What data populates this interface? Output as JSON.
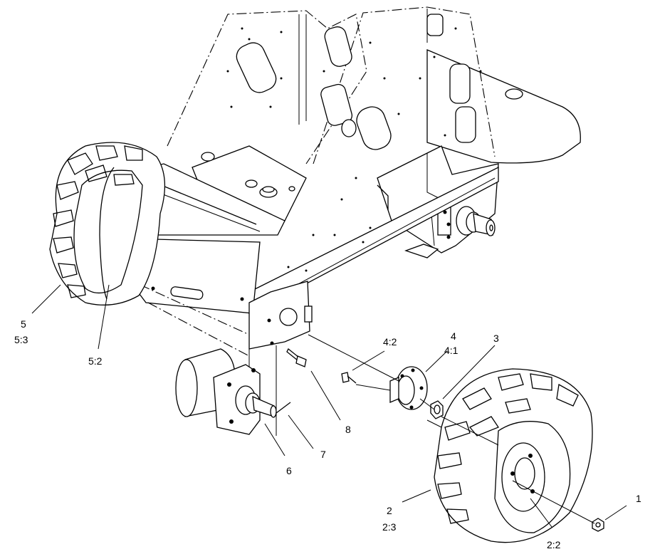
{
  "diagram": {
    "callouts": {
      "c1": "1",
      "c2": "2",
      "c2_3": "2:3",
      "c2_2": "2:2",
      "c3": "3",
      "c4": "4",
      "c4_1": "4:1",
      "c4_2": "4:2",
      "c5": "5",
      "c5_3": "5:3",
      "c5_2": "5:2",
      "c6": "6",
      "c7": "7",
      "c8": "8"
    }
  }
}
